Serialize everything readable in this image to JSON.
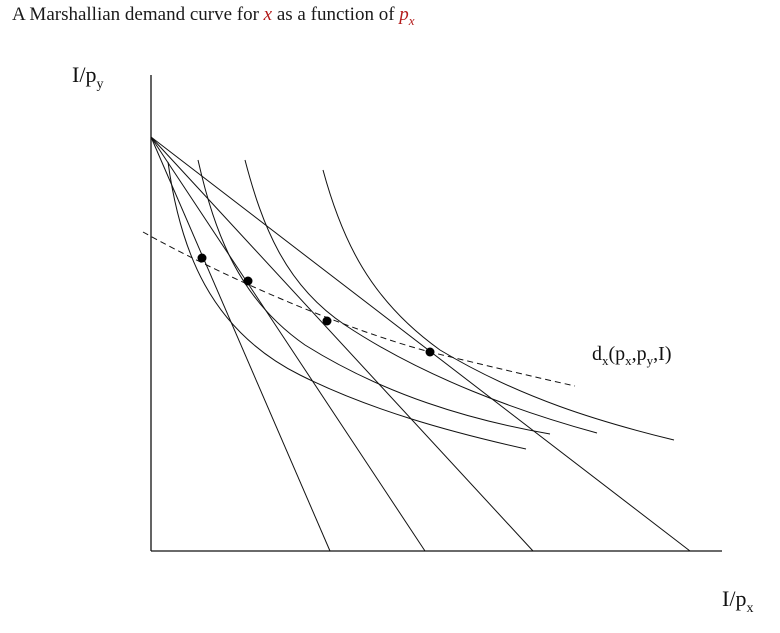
{
  "caption": {
    "prefix": "A Marshallian demand curve for ",
    "var": "x",
    "middle": " as a function of ",
    "price_base": "p",
    "price_sub": "x"
  },
  "axes": {
    "y_label_base": "I/p",
    "y_label_sub": "y",
    "x_label_base": "I/p",
    "x_label_sub": "x"
  },
  "demand_label": {
    "base1": "d",
    "sub1": "x",
    "base2": "(p",
    "sub2": "x",
    "base3": ",p",
    "sub3": "y",
    "base4": ",I)"
  },
  "colors": {
    "ink": "#111111",
    "math": "#b31b1b"
  }
}
